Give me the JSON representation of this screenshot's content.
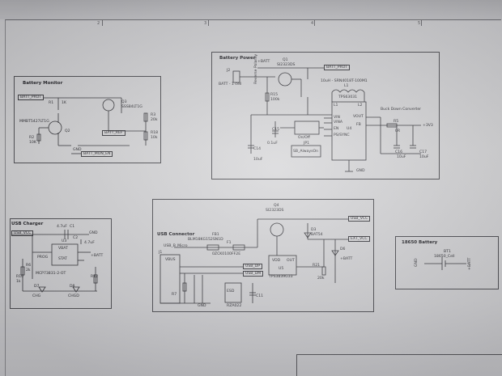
{
  "sheet": {
    "column_marks": [
      "2",
      "3",
      "4",
      "5"
    ]
  },
  "battery_monitor": {
    "title": "Battery Monitor",
    "net_batt_prot": "BATT_PROT",
    "r1": "R1",
    "r1_val": "1K",
    "q2_name": "MMBT5427LT1G",
    "q2_ref": "Q2",
    "r2": "R2",
    "r2_val": "10K",
    "q3": "Q3",
    "q3_val": "SSS84LT1G",
    "r3": "R3",
    "r3_val": "20k",
    "r18": "R18",
    "r18_val": "10k",
    "net_batt_ref": "BATT_REF",
    "gnd": "GND",
    "net_batt_mon_en": "BATT_MON_EN"
  },
  "battery_power": {
    "title": "Battery Power",
    "batt_plus": "+BATT",
    "q1": "Q1",
    "q1_val": "SI2323DS",
    "net_batt_prot": "BATT_PROT",
    "j2": "J2",
    "batt_label": "BATT - 1 cell",
    "rev_pol": "Reverse Polarity",
    "r15": "R15",
    "r15_val": "100k",
    "inductor": "10uH - SRN4018T-100M1",
    "l1": "L1",
    "u4_name": "TPS63031",
    "u4_ref": "U4",
    "buck_boost": "Buck Down Converter",
    "pin_l1": "L1",
    "pin_l2": "L2",
    "pin_vin": "VIN",
    "pin_vina": "VINA",
    "pin_en": "EN",
    "pin_ps": "PS/SYNC",
    "pin_vout": "VOUT",
    "pin_fb": "FB",
    "r5": "R5",
    "r5_val": "0R",
    "v_out": "+3V3",
    "c15": "C15",
    "c15_val": "0.1uF",
    "c14": "C14",
    "c14_val": "10uF",
    "jp1": "JP1",
    "jp1_val": "On/Off",
    "sb": "SB_AlwaysOn",
    "c16": "C16",
    "c16_val": "10uF",
    "c17": "C17",
    "c17_val": "10uF",
    "gnd": "GND"
  },
  "usb_charger": {
    "title": "USB Charger",
    "net_usb_vcc": "USB_VCC",
    "c_val": "4.7uF",
    "c1": "C1",
    "gnd": "GND",
    "u3": "U3",
    "pin_vbat": "VBAT",
    "pin_prog": "PROG",
    "pin_stat": "STAT",
    "c2": "C2",
    "c2_val": "4.7uF",
    "r6": "R6",
    "r6_val": "2k",
    "r10": "R10",
    "r10_val": "1k",
    "u3_name": "MCP73831-2-OT",
    "batt_plus": "+BATT",
    "r12": "R12",
    "d7": "D7",
    "d8": "D8",
    "chg": "CHG",
    "chgd": "CHGD"
  },
  "usb_connector": {
    "title": "USB Connector",
    "q4": "Q4",
    "q4_val": "SI2323DS",
    "net_usb_vcc": "USB_VCC",
    "fb1": "FB1",
    "fb1_val": "BLM18KG152SN1D",
    "net_usb_b_micro": "USB_B_Micro",
    "f1": "F1",
    "f1_val": "0ZCK0100FF2E",
    "d3": "D3",
    "d3_val": "BAT54",
    "net_ext_vcc": "EXT_VCC",
    "j1": "J1",
    "vbus": "VBUS",
    "net_usb_dp": "USB_DP",
    "net_usb_dm": "USB_DM",
    "u5_name": "TPS3839G33",
    "u5_ref": "U5",
    "pin_vdd": "VDD",
    "pin_out": "OUT",
    "r21": "R21",
    "r21_val": "20k",
    "d6": "D6",
    "plus_batt": "+BATT",
    "r7": "R7",
    "u6_name": "ESD",
    "u6_val": "RZA022",
    "c11": "C11",
    "gnd": "GND"
  },
  "battery_18650": {
    "title": "18650 Battery",
    "bt1": "BT1",
    "bt1_val": "18650_Cell",
    "gnd": "GND",
    "plus_batt": "+BATT"
  }
}
